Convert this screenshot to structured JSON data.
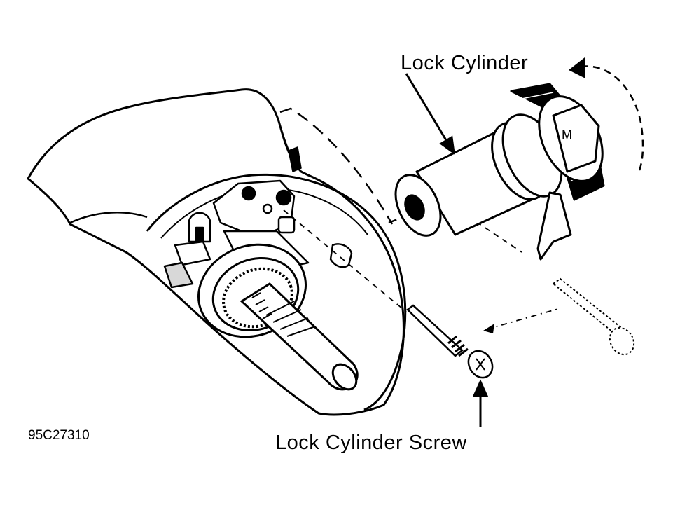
{
  "diagram": {
    "labels": {
      "lock_cylinder": "Lock Cylinder",
      "lock_cylinder_screw": "Lock Cylinder Screw"
    },
    "figure_code": "95C27310"
  },
  "colors": {
    "ink": "#000000",
    "paper": "#ffffff",
    "shade": "#d8d8d8"
  }
}
